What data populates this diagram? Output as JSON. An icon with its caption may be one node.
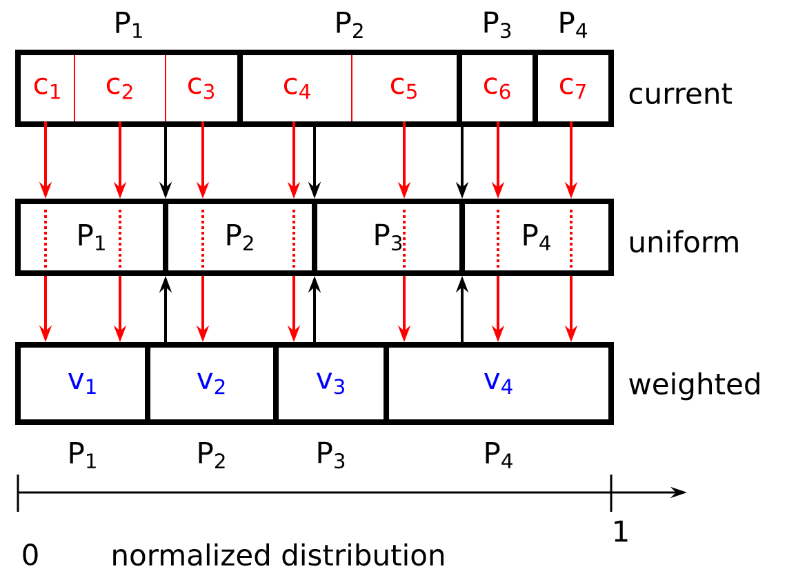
{
  "diagram": {
    "nodes": [
      {
        "text": [
          "P$_{1}$"
        ]
      },
      {
        "text": [
          "c$_{1}$"
        ],
        "in": 0
      },
      {
        "text": [
          "c$_{2}$"
        ],
        "in": 0
      },
      {
        "text": [
          "c$_{3}$"
        ],
        "in": 0
      },
      {
        "text": [
          "P$_{2}$"
        ]
      },
      {
        "text": [
          "c$_{4}$"
        ],
        "in": 4
      },
      {
        "text": [
          "c$_{5}$"
        ],
        "in": 4
      },
      {
        "text": [
          "P$_{3}$"
        ]
      },
      {
        "text": [
          "c$_{6}$"
        ],
        "in": 7
      },
      {
        "text": [
          "P$_{4}$"
        ]
      },
      {
        "text": [
          "c$_{7}$"
        ],
        "in": 9
      },
      {
        "text": [
          "P$_{1}$"
        ]
      },
      {
        "text": [
          "P$_{2}$"
        ]
      },
      {
        "text": [
          "P$_{3}$"
        ]
      },
      {
        "text": [
          "P$_{4}$"
        ]
      },
      {
        "text": [
          "v$_{1}$"
        ],
        "beside": [
          "P$_{1}$"
        ]
      },
      {
        "text": [
          "v$_{2}$"
        ],
        "beside": [
          "P$_{2}$"
        ]
      },
      {
        "text": [
          "v$_{3}$"
        ],
        "beside": [
          "P$_{3}$"
        ]
      },
      {
        "text": [
          "v$_{4}$"
        ],
        "beside": [
          "P$_{4}$"
        ]
      }
    ],
    "edges": [
      {
        "from": 1,
        "to": 11,
        "arrow": "to"
      },
      {
        "from": 2,
        "to": 11,
        "arrow": "to"
      },
      {
        "from": 3,
        "to": 12,
        "arrow": "to"
      },
      {
        "from": 5,
        "to": 12,
        "arrow": "to"
      },
      {
        "from": 6,
        "to": 13,
        "arrow": "to"
      },
      {
        "from": 8,
        "to": 14,
        "arrow": "to"
      },
      {
        "from": 10,
        "to": 14,
        "arrow": "to"
      },
      {
        "from": 11,
        "to": 15,
        "arrow": "to"
      },
      {
        "from": 11,
        "to": 15,
        "arrow": "to"
      },
      {
        "from": 12,
        "to": 16,
        "arrow": "to"
      },
      {
        "from": 12,
        "to": 17,
        "arrow": "to"
      },
      {
        "from": 13,
        "to": 18,
        "arrow": "to"
      },
      {
        "from": 14,
        "to": 18,
        "arrow": "to"
      },
      {
        "from": 14,
        "to": 18,
        "arrow": "to"
      },
      {
        "from": 0,
        "to": 12,
        "arrow": "to",
        "color": "#000000"
      },
      {
        "from": 4,
        "to": 13,
        "arrow": "to",
        "color": "#000000"
      },
      {
        "from": 4,
        "to": 14,
        "arrow": "to",
        "color": "#000000"
      },
      {
        "from": 16,
        "to": 12,
        "arrow": "to",
        "color": "#000000"
      },
      {
        "from": 17,
        "to": 13,
        "arrow": "to",
        "color": "#000000"
      },
      {
        "from": 18,
        "to": 14,
        "arrow": "to",
        "color": "#000000"
      }
    ],
    "labels": [
      "current",
      "uniform",
      "weighted",
      "0",
      "normalized distribution",
      "1"
    ]
  }
}
